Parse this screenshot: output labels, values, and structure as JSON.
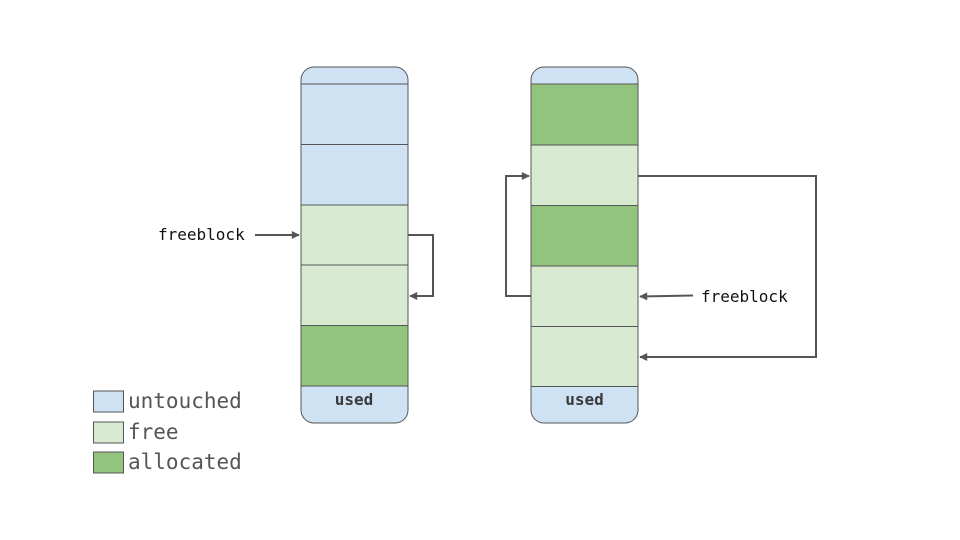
{
  "colors": {
    "untouched": "#cfe2f3",
    "free": "#d9ead3",
    "allocated": "#93c47d",
    "stroke": "#555555",
    "arrow": "#555555"
  },
  "legend": [
    {
      "key": "untouched",
      "label": "untouched"
    },
    {
      "key": "free",
      "label": "free"
    },
    {
      "key": "allocated",
      "label": "allocated"
    }
  ],
  "columns": [
    {
      "header": "untouched",
      "cells": [
        "untouched",
        "untouched",
        "free",
        "free",
        "allocated"
      ],
      "footer_label": "used",
      "pointer_label": "freeblock",
      "pointer_target": 2
    },
    {
      "header": "untouched",
      "cells": [
        "allocated",
        "free",
        "allocated",
        "free",
        "free"
      ],
      "footer_label": "used",
      "pointer_label": "freeblock",
      "pointer_target": 3
    }
  ]
}
